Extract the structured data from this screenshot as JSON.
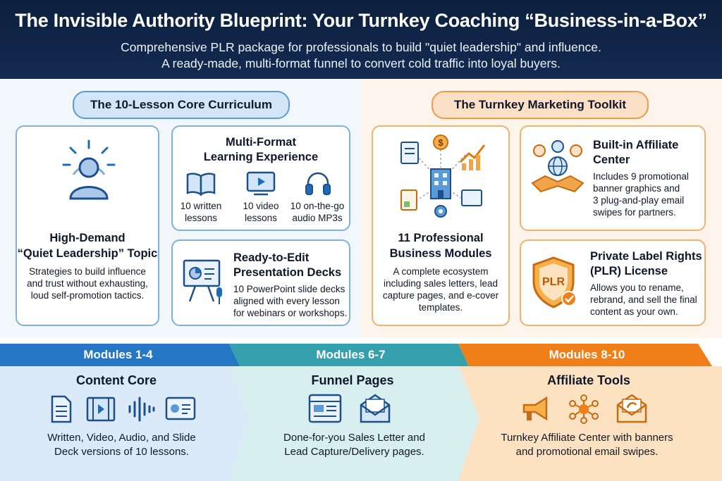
{
  "header": {
    "title": "The Invisible Authority Blueprint: Your Turnkey Coaching “Business-in-a-Box”",
    "subtitle_line1": "Comprehensive PLR package for professionals to build \"quiet leadership\" and influence.",
    "subtitle_line2": "A ready-made, multi-format funnel to convert cold traffic into loyal buyers."
  },
  "left": {
    "section_label": "The 10-Lesson Core Curriculum",
    "topic_card": {
      "icon": "person-aura-icon",
      "title_line1": "High-Demand",
      "title_line2": "“Quiet Leadership” Topic",
      "text_line1": "Strategies to build influence",
      "text_line2": "and trust without exhausting,",
      "text_line3": "loud self-promotion tactics."
    },
    "format_card": {
      "title_line1": "Multi-Format",
      "title_line2": "Learning Experience",
      "items": [
        {
          "icon": "book-icon",
          "line1": "10 written",
          "line2": "lessons"
        },
        {
          "icon": "video-icon",
          "line1": "10 video",
          "line2": "lessons"
        },
        {
          "icon": "headphones-icon",
          "line1": "10 on-the-go",
          "line2": "audio MP3s"
        }
      ]
    },
    "deck_card": {
      "icon": "presentation-icon",
      "title_line1": "Ready-to-Edit",
      "title_line2": "Presentation Decks",
      "text_line1": "10 PowerPoint slide decks",
      "text_line2": "aligned with every lesson",
      "text_line3": "for webinars or workshops."
    }
  },
  "right": {
    "section_label": "The Turnkey Marketing Toolkit",
    "modules_card": {
      "icon": "business-ecosystem-icon",
      "title_line1": "11 Professional",
      "title_line2": "Business Modules",
      "text_line1": "A complete ecosystem",
      "text_line2": "including sales letters, lead",
      "text_line3": "capture pages, and e-cover",
      "text_line4": "templates."
    },
    "affiliate_card": {
      "icon": "handshake-globe-icon",
      "title_line1": "Built-in Affiliate",
      "title_line2": "Center",
      "text_line1": "Includes 9 promotional",
      "text_line2": "banner graphics and",
      "text_line3": "3 plug-and-play email",
      "text_line4": "swipes for partners."
    },
    "plr_card": {
      "icon": "plr-shield-icon",
      "badge": "PLR",
      "title_line1": "Private Label Rights",
      "title_line2": "(PLR) License",
      "text_line1": "Allows you to rename,",
      "text_line2": "rebrand, and sell the final",
      "text_line3": "content as your own."
    }
  },
  "bottom": {
    "segments": [
      {
        "header": "Modules 1-4",
        "title": "Content Core",
        "text_line1": "Written, Video, Audio, and Slide",
        "text_line2": "Deck versions of 10 lessons.",
        "icons": [
          "document-icon",
          "film-icon",
          "audio-wave-icon",
          "slide-icon"
        ]
      },
      {
        "header": "Modules 6-7",
        "title": "Funnel Pages",
        "text_line1": "Done-for-you Sales Letter and",
        "text_line2": "Lead Capture/Delivery pages.",
        "icons": [
          "webpage-icon",
          "email-icon"
        ]
      },
      {
        "header": "Modules 8-10",
        "title": "Affiliate Tools",
        "text_line1": "Turnkey Affiliate Center with banners",
        "text_line2": "and promotional email swipes.",
        "icons": [
          "megaphone-icon",
          "network-icon",
          "email-swipe-icon"
        ]
      }
    ]
  },
  "colors": {
    "header_bg": "#0c1f3d",
    "blue_accent": "#1f6fb8",
    "teal_accent": "#2f9aa8",
    "orange_accent": "#f07f1a"
  }
}
